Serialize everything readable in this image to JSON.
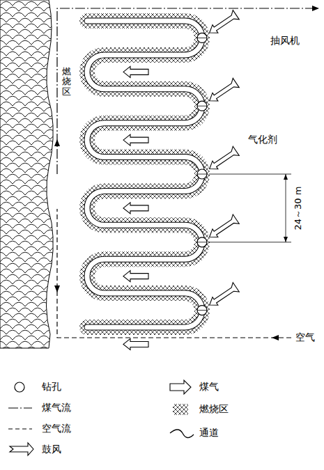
{
  "diagram": {
    "labels": [
      "抽风机",
      "燃烧区",
      "气化剂",
      "24～30 m",
      "空气"
    ],
    "legend": [
      {
        "text": "钻孔"
      },
      {
        "text": "煤气流"
      },
      {
        "text": "空气流"
      },
      {
        "text": "鼓风"
      },
      {
        "text": "煤气"
      },
      {
        "text": "燃烧区"
      },
      {
        "text": "通道"
      }
    ]
  }
}
